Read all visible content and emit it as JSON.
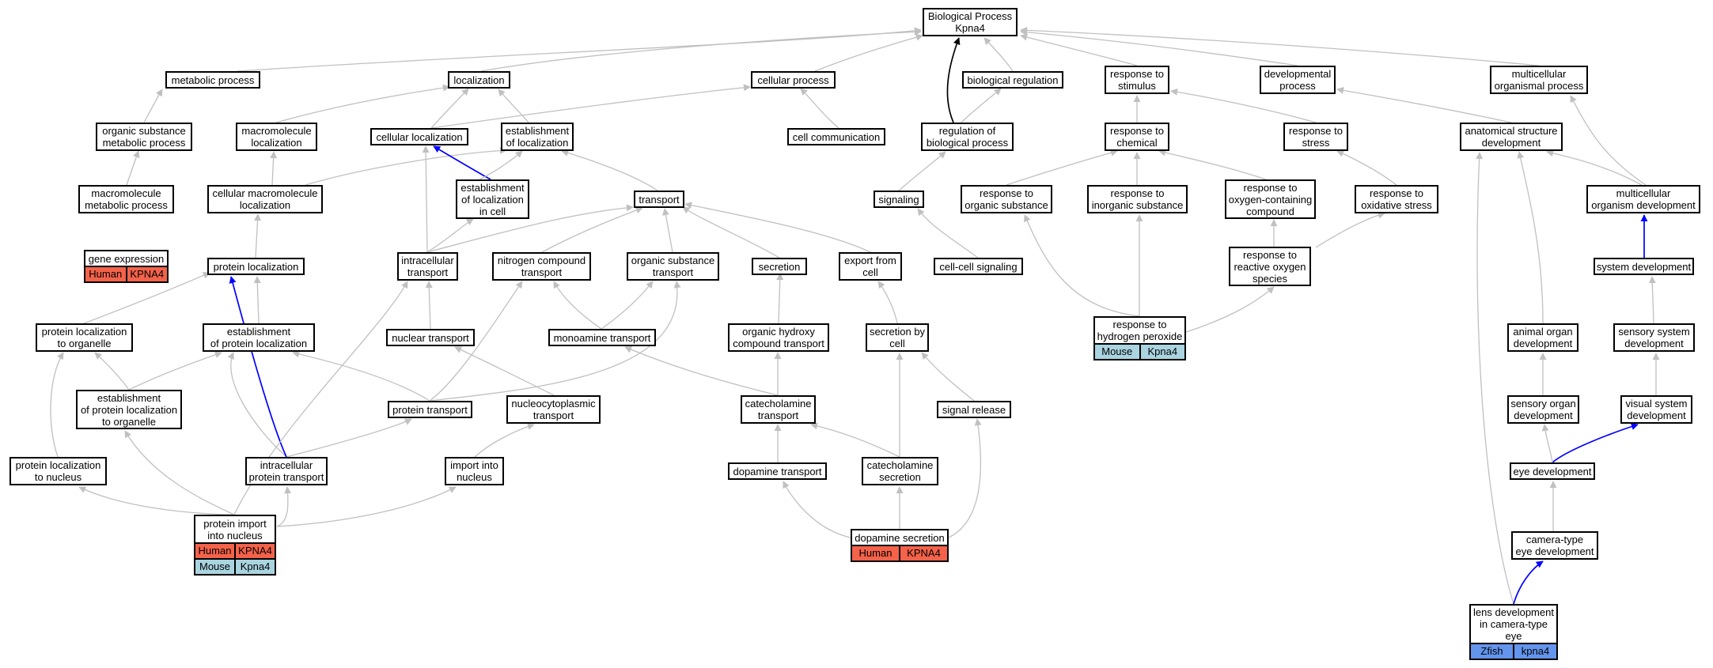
{
  "colors": {
    "edge_default": "#c0c0c0",
    "edge_highlight": "#0000ff",
    "edge_root": "#000000",
    "human": "#f4624a",
    "mouse": "#a9d4e0",
    "zfish": "#6495ed"
  },
  "nodes": {
    "root": "Biological Process\nKpna4",
    "metabolic": "metabolic process",
    "localization": "localization",
    "cellular_process": "cellular process",
    "biological_regulation": "biological regulation",
    "response_stimulus": "response to\nstimulus",
    "developmental_process": "developmental\nprocess",
    "multicellular_process": "multicellular\norganismal process",
    "organic_metabolic": "organic substance\nmetabolic process",
    "macromolecule_localization": "macromolecule\nlocalization",
    "cellular_localization": "cellular localization",
    "establishment_localization": "establishment\nof localization",
    "cell_communication": "cell communication",
    "regulation_bp": "regulation of\nbiological process",
    "response_chemical": "response to\nchemical",
    "response_stress": "response to\nstress",
    "anatomical_dev": "anatomical structure\ndevelopment",
    "macromolecule_metabolic": "macromolecule\nmetabolic process",
    "cellular_macro_localization": "cellular macromolecule\nlocalization",
    "establishment_in_cell": "establishment\nof localization\nin cell",
    "transport": "transport",
    "signaling": "signaling",
    "response_organic": "response to\norganic substance",
    "response_inorganic": "response to\ninorganic substance",
    "response_oxygen": "response to\noxygen-containing\ncompound",
    "response_oxidative": "response to\noxidative stress",
    "multicellular_dev": "multicellular\norganism development",
    "protein_localization": "protein localization",
    "intracellular_transport": "intracellular\ntransport",
    "nitrogen_transport": "nitrogen compound\ntransport",
    "organic_transport": "organic substance\ntransport",
    "secretion": "secretion",
    "export_cell": "export from\ncell",
    "cell_cell_signaling": "cell-cell signaling",
    "response_ros": "response to\nreactive oxygen\nspecies",
    "system_dev": "system development",
    "protein_loc_organelle": "protein localization\nto organelle",
    "establishment_protein_loc": "establishment\nof protein localization",
    "nuclear_transport": "nuclear transport",
    "monoamine_transport": "monoamine transport",
    "hydroxy_transport": "organic hydroxy\ncompound transport",
    "secretion_by_cell": "secretion by\ncell",
    "animal_organ_dev": "animal organ\ndevelopment",
    "sensory_system_dev": "sensory system\ndevelopment",
    "establishment_protein_organelle": "establishment\nof protein localization\nto organelle",
    "protein_transport": "protein transport",
    "nucleocytoplasmic": "nucleocytoplasmic\ntransport",
    "catecholamine_transport": "catecholamine\ntransport",
    "signal_release": "signal release",
    "sensory_organ_dev": "sensory organ\ndevelopment",
    "visual_system_dev": "visual system\ndevelopment",
    "protein_loc_nucleus": "protein localization\nto nucleus",
    "intracellular_protein_transport": "intracellular\nprotein transport",
    "import_nucleus": "import into\nnucleus",
    "dopamine_transport": "dopamine transport",
    "catecholamine_secretion": "catecholamine\nsecretion",
    "eye_dev": "eye development",
    "camera_eye_dev": "camera-type\neye development"
  },
  "gene_nodes": {
    "gene_expression": {
      "label": "gene expression",
      "rows": [
        [
          "Human",
          "KPNA4"
        ]
      ]
    },
    "response_h2o2": {
      "label": "response to\nhydrogen peroxide",
      "rows": [
        [
          "Mouse",
          "Kpna4"
        ]
      ]
    },
    "protein_import_nucleus": {
      "label": "protein import\ninto nucleus",
      "rows": [
        [
          "Human",
          "KPNA4"
        ],
        [
          "Mouse",
          "Kpna4"
        ]
      ]
    },
    "dopamine_secretion": {
      "label": "dopamine secretion",
      "rows": [
        [
          "Human",
          "KPNA4"
        ]
      ]
    },
    "lens_dev": {
      "label": "lens development\nin camera-type\neye",
      "rows": [
        [
          "Zfish",
          "kpna4"
        ]
      ]
    }
  }
}
